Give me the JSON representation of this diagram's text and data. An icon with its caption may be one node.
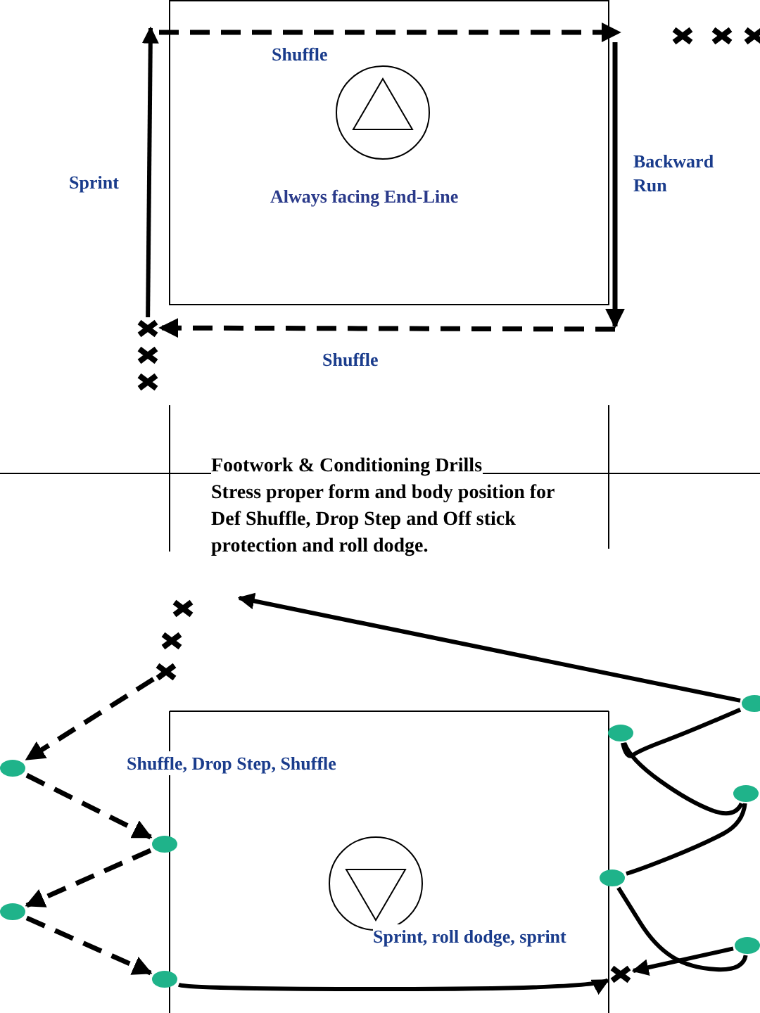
{
  "diagram": {
    "title": "Footwork & Conditioning Drills",
    "nodes": [
      {
        "text": [],
        "shape": "cross"
      },
      {
        "text": [],
        "shape": "cross"
      },
      {
        "text": [],
        "shape": "cross"
      },
      {
        "text": [],
        "shape": "cross"
      },
      {
        "text": [],
        "shape": "cross"
      },
      {
        "text": [],
        "shape": "cross"
      },
      {
        "text": [],
        "shape": "cross"
      },
      {
        "text": [],
        "shape": "cross"
      },
      {
        "text": [],
        "shape": "cross"
      },
      {
        "text": [],
        "shape": "circle"
      },
      {
        "text": [],
        "shape": "circle"
      },
      {
        "text": [],
        "shape": "circle"
      },
      {
        "text": [],
        "shape": "circle"
      },
      {
        "text": [],
        "shape": "circle"
      },
      {
        "text": [],
        "shape": "circle"
      },
      {
        "text": [],
        "shape": "circle"
      },
      {
        "text": [],
        "shape": "circle"
      },
      {
        "text": [],
        "shape": "cross"
      },
      {
        "text": [],
        "shape": "circle"
      }
    ],
    "edges": [
      {
        "from": 3,
        "to": null,
        "arrow": "to",
        "label": "Sprint"
      },
      {
        "from": null,
        "to": 3,
        "arrow": "to",
        "label": "Shuffle",
        "style": "dashed"
      },
      {
        "from": 8,
        "to": 11,
        "arrow": "to",
        "style": "dashed"
      },
      {
        "from": 11,
        "to": 13,
        "arrow": "to",
        "style": "dashed"
      },
      {
        "from": 13,
        "to": 15,
        "arrow": "to",
        "style": "dashed"
      },
      {
        "from": 15,
        "to": 18,
        "arrow": "to",
        "style": "dashed"
      },
      {
        "from": 18,
        "to": 17,
        "arrow": "to"
      },
      {
        "from": 9,
        "to": null,
        "arrow": "to"
      },
      {
        "from": 9,
        "to": 10,
        "arrow": "none"
      },
      {
        "from": 10,
        "to": 12,
        "arrow": "none"
      },
      {
        "from": 12,
        "to": 14,
        "arrow": "none"
      },
      {
        "from": 14,
        "to": 16,
        "arrow": "none"
      },
      {
        "from": 16,
        "to": 17,
        "arrow": "to"
      }
    ],
    "labels": [
      "Shuffle",
      "Always facing End-Line",
      "Backward Run",
      "Stress proper form and body position for Def Shuffle, Drop Step and Off stick protection and roll dodge.",
      "Shuffle, Drop Step, Shuffle",
      "Sprint, roll dodge, sprint"
    ]
  }
}
